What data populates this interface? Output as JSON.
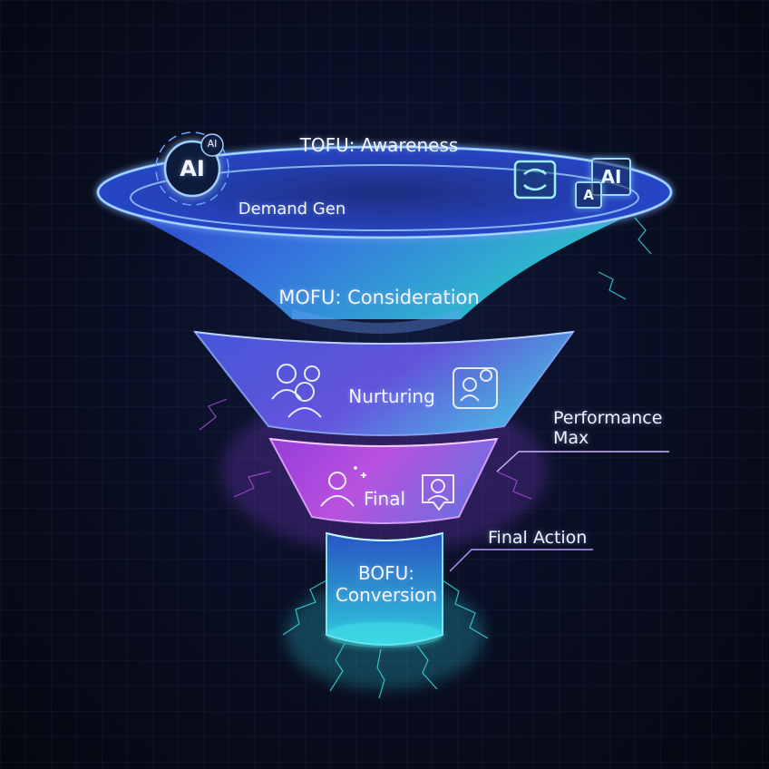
{
  "stages": [
    {
      "id": "tofu",
      "title": "TOFU: Awareness",
      "subtitle": "Demand Gen",
      "color": "#3b6cf0"
    },
    {
      "id": "mofu",
      "title": "MOFU: Consideration",
      "subtitle": "Nurturing",
      "color": "#5a63e8"
    },
    {
      "id": "final",
      "title": "Final",
      "color": "#b04ee0"
    },
    {
      "id": "bofu",
      "title": "BOFU:",
      "title2": "Conversion",
      "color": "#3ec6e8"
    }
  ],
  "callouts": {
    "performance_max_line1": "Performance",
    "performance_max_line2": "Max",
    "final_action": "Final Action"
  },
  "badges": {
    "ai_circle_main": "AI",
    "ai_circle_small": "AI",
    "ai_square": "AI",
    "a_square": "A"
  },
  "icons": [
    "ai-circuit-icon",
    "sync-chat-icon",
    "ai-square-icon",
    "translate-icon",
    "team-users-icon",
    "profile-settings-icon",
    "user-sparkle-icon",
    "user-chat-icon"
  ],
  "colors": {
    "accent_cyan": "#39e6e6",
    "accent_blue": "#3b6cf0",
    "accent_purple": "#b04ee0",
    "background": "#070b1a"
  }
}
